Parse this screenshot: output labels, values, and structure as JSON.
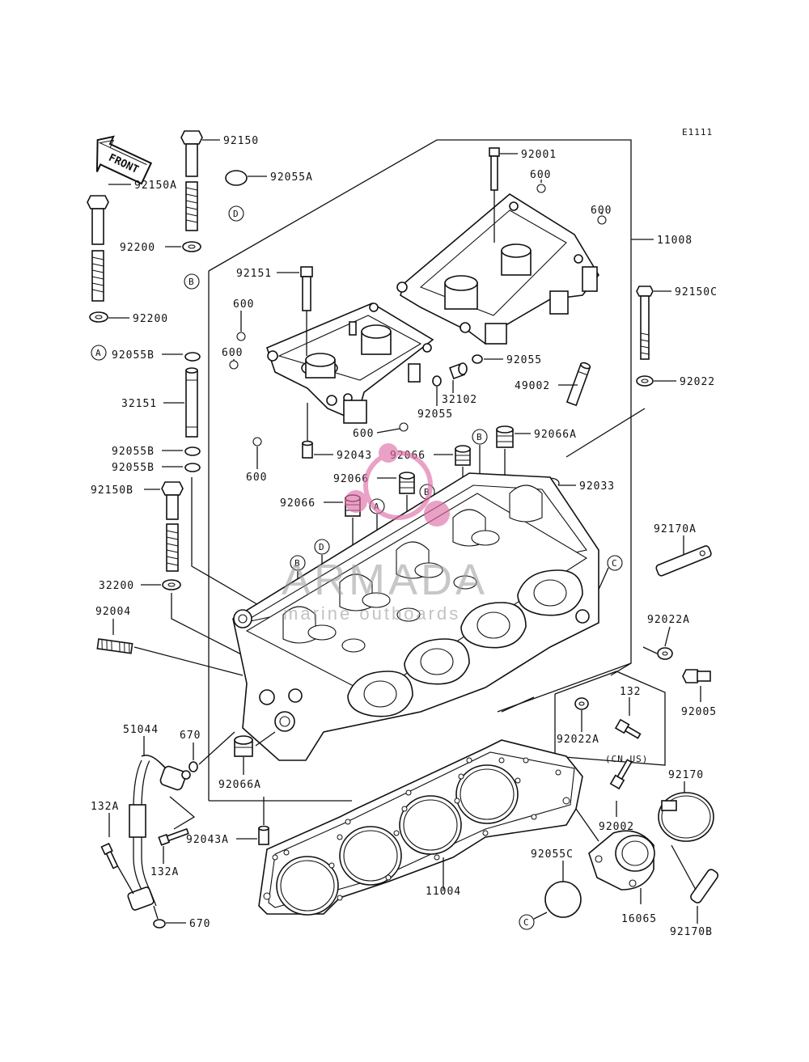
{
  "diagram_code": "E1111",
  "front_arrow_label": "FRONT",
  "watermark": {
    "title": "ARMADA",
    "subtitle": "marine outboards",
    "logo_color": "#e070a8"
  },
  "parts": {
    "p92150": "92150",
    "p92150A": "92150A",
    "p92200_top": "92200",
    "p92200_left": "92200",
    "p92055A": "92055A",
    "p92001": "92001",
    "p600_1": "600",
    "p600_2": "600",
    "p11008": "11008",
    "p92151": "92151",
    "p600_3": "600",
    "p600_4": "600",
    "p600_5": "600",
    "p600_6": "600",
    "p92150C": "92150C",
    "p92055B_1": "92055B",
    "p92055": "92055",
    "p32102": "32102",
    "p92055_b": "92055",
    "p49002": "49002",
    "p92022": "92022",
    "p32151": "32151",
    "p92043": "92043",
    "p92066_1": "92066",
    "p92066A": "92066A",
    "p92055B_2": "92055B",
    "p92055B_3": "92055B",
    "p92066_2": "92066",
    "p92033": "92033",
    "p92150B": "92150B",
    "p92066_3": "92066",
    "p92170A": "92170A",
    "p32200": "32200",
    "p92004": "92004",
    "p92022A_1": "92022A",
    "p132": "132",
    "p92005": "92005",
    "p51044": "51044",
    "p670_1": "670",
    "p92022A_2": "92022A",
    "p_cnus": "(CN,US)",
    "p92066A_2": "92066A",
    "p92170": "92170",
    "p132A_1": "132A",
    "p92043A": "92043A",
    "p92002": "92002",
    "p132A_2": "132A",
    "p92055C": "92055C",
    "p11004": "11004",
    "p16065": "16065",
    "p670_2": "670",
    "p92170B": "92170B"
  },
  "refs": {
    "A": "A",
    "B": "B",
    "C": "C",
    "D": "D"
  }
}
